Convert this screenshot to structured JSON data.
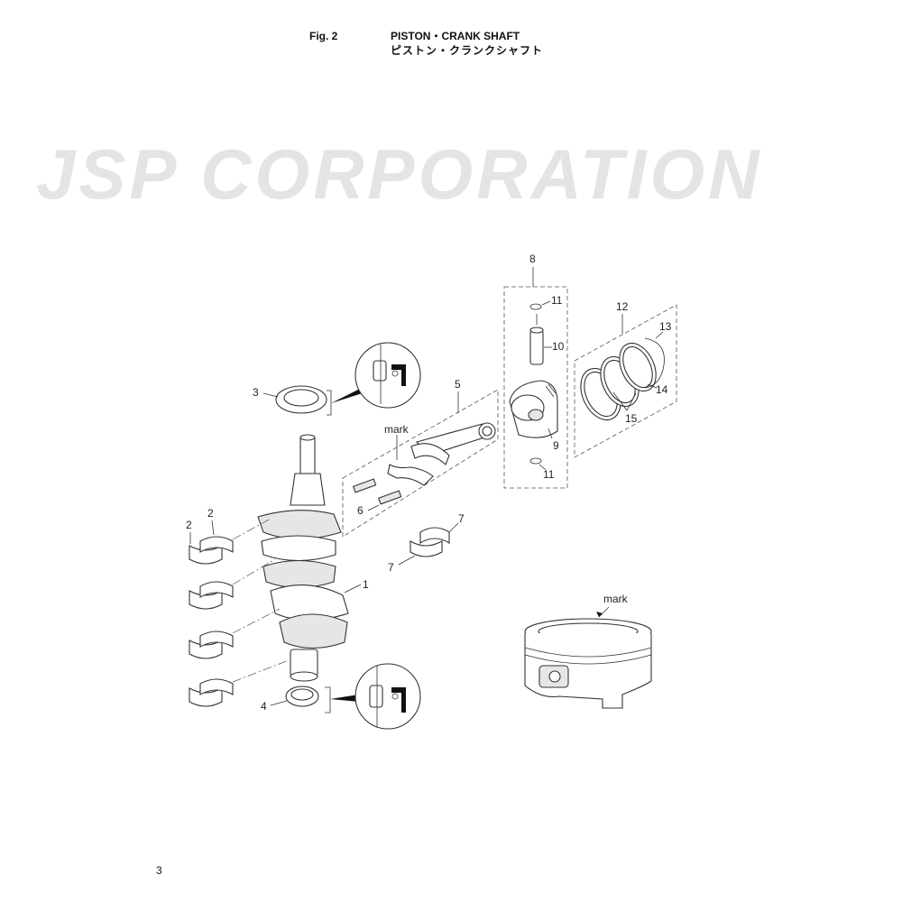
{
  "header": {
    "figure": "Fig. 2",
    "title_en": "PISTON・CRANK SHAFT",
    "title_ja": "ピストン・クランクシャフト"
  },
  "watermark": "JSP CORPORATION",
  "callouts": {
    "c1": "1",
    "c2a": "2",
    "c2b": "2",
    "c3": "3",
    "c4": "4",
    "c5": "5",
    "c6": "6",
    "c7a": "7",
    "c7b": "7",
    "c8": "8",
    "c9": "9",
    "c10": "10",
    "c11a": "11",
    "c11b": "11",
    "c12": "12",
    "c13": "13",
    "c14": "14",
    "c15": "15",
    "mark_rod": "mark",
    "mark_piston": "mark"
  },
  "page_number": "3"
}
